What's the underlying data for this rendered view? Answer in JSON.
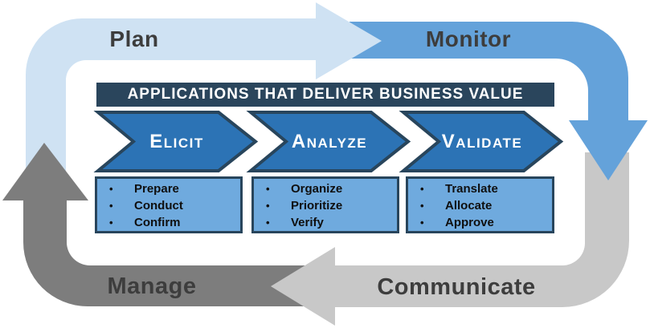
{
  "banner": {
    "text": "APPLICATIONS THAT DELIVER BUSINESS VALUE"
  },
  "cycle": {
    "plan": {
      "label": "Plan"
    },
    "monitor": {
      "label": "Monitor"
    },
    "communicate": {
      "label": "Communicate"
    },
    "manage": {
      "label": "Manage"
    }
  },
  "stages": [
    {
      "name": "Elicit",
      "items": [
        "Prepare",
        "Conduct",
        "Confirm"
      ]
    },
    {
      "name": "Analyze",
      "items": [
        "Organize",
        "Prioritize",
        "Verify"
      ]
    },
    {
      "name": "Validate",
      "items": [
        "Translate",
        "Allocate",
        "Approve"
      ]
    }
  ],
  "ui": {
    "bullet_char": "•"
  },
  "colors": {
    "background": "#FFFFFF",
    "plan_arrow": "#CFE2F3",
    "monitor_arrow": "#64A2DA",
    "communicate_arrow": "#C8C8C8",
    "manage_arrow": "#7D7D7D",
    "banner_bg": "#2A455C",
    "banner_text": "#FFFFFF",
    "chevron_fill": "#2C73B5",
    "chevron_border": "#28455C",
    "chevron_text": "#FFFFFF",
    "box_fill": "#6FAADE",
    "box_border": "#28455C",
    "box_text": "#0F0F0F",
    "cycle_label_text": "#3D3D3D"
  }
}
